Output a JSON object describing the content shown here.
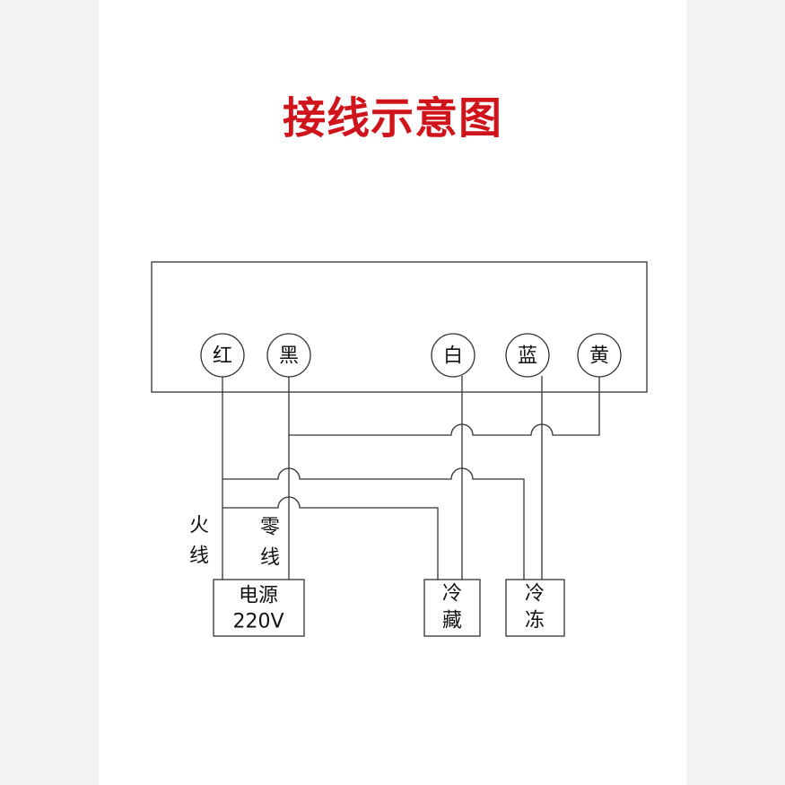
{
  "title": "接线示意图",
  "terminals": {
    "red": "红",
    "black": "黑",
    "white": "白",
    "blue": "蓝",
    "yellow": "黄"
  },
  "wire_labels": {
    "live_1": "火",
    "live_2": "线",
    "neutral_1": "零",
    "neutral_2": "线"
  },
  "boxes": {
    "power_line1": "电源",
    "power_line2": "220V",
    "fridge_line1": "冷",
    "fridge_line2": "藏",
    "freezer_line1": "冷",
    "freezer_line2": "冻"
  },
  "colors": {
    "title": "#d0141c",
    "line": "#333333"
  }
}
